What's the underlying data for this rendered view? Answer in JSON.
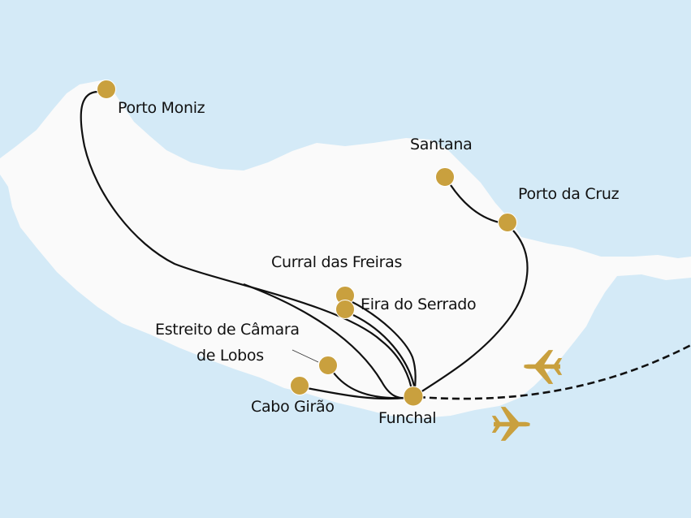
{
  "colors": {
    "sea": "#d4eaf7",
    "land": "#fafafa",
    "marker": "#c9a03e",
    "route": "#111111",
    "plane": "#c9a03e"
  },
  "places": {
    "porto_moniz": "Porto Moniz",
    "santana": "Santana",
    "porto_da_cruz": "Porto da Cruz",
    "curral_das_freiras": "Curral das Freiras",
    "eira_do_serrado": "Eira do Serrado",
    "estreito_line1": "Estreito de Câmara",
    "estreito_line2": "de Lobos",
    "cabo_girao": "Cabo Girão",
    "funchal": "Funchal"
  },
  "icons": {
    "arrival": "airplane-landing-icon",
    "departure": "airplane-departure-icon"
  }
}
